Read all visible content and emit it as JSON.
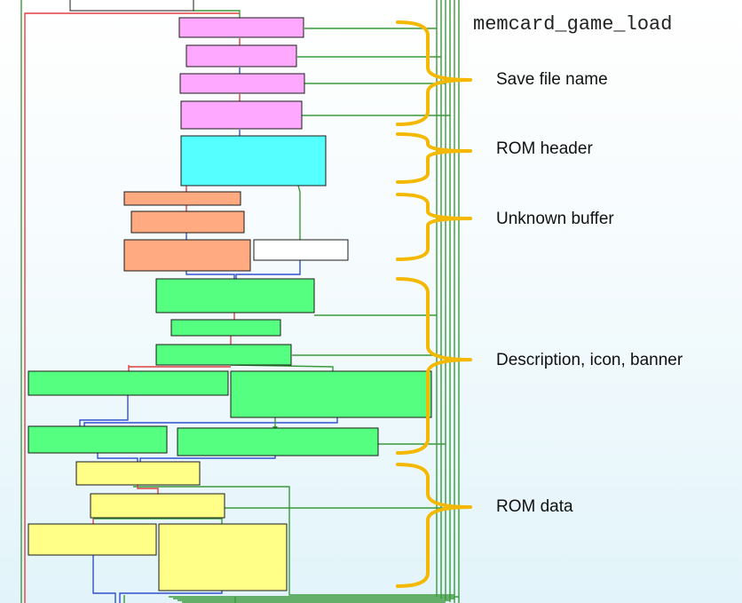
{
  "title": "memcard_game_load",
  "sections": [
    {
      "id": "save-file-name",
      "label": "Save file name",
      "color": "#ffa8ff"
    },
    {
      "id": "rom-header",
      "label": "ROM header",
      "color": "#55ffff"
    },
    {
      "id": "unknown-buffer",
      "label": "Unknown buffer",
      "color": "#ffaa80"
    },
    {
      "id": "description-icon-banner",
      "label": "Description, icon, banner",
      "color": "#55ff7f"
    },
    {
      "id": "rom-data",
      "label": "ROM data",
      "color": "#ffff88"
    }
  ],
  "colors": {
    "edge_true": "#3a9a3a",
    "edge_false": "#e04040",
    "edge_unconditional": "#3050d0",
    "brace": "#f5b800",
    "plain_block": "#ffffff"
  }
}
